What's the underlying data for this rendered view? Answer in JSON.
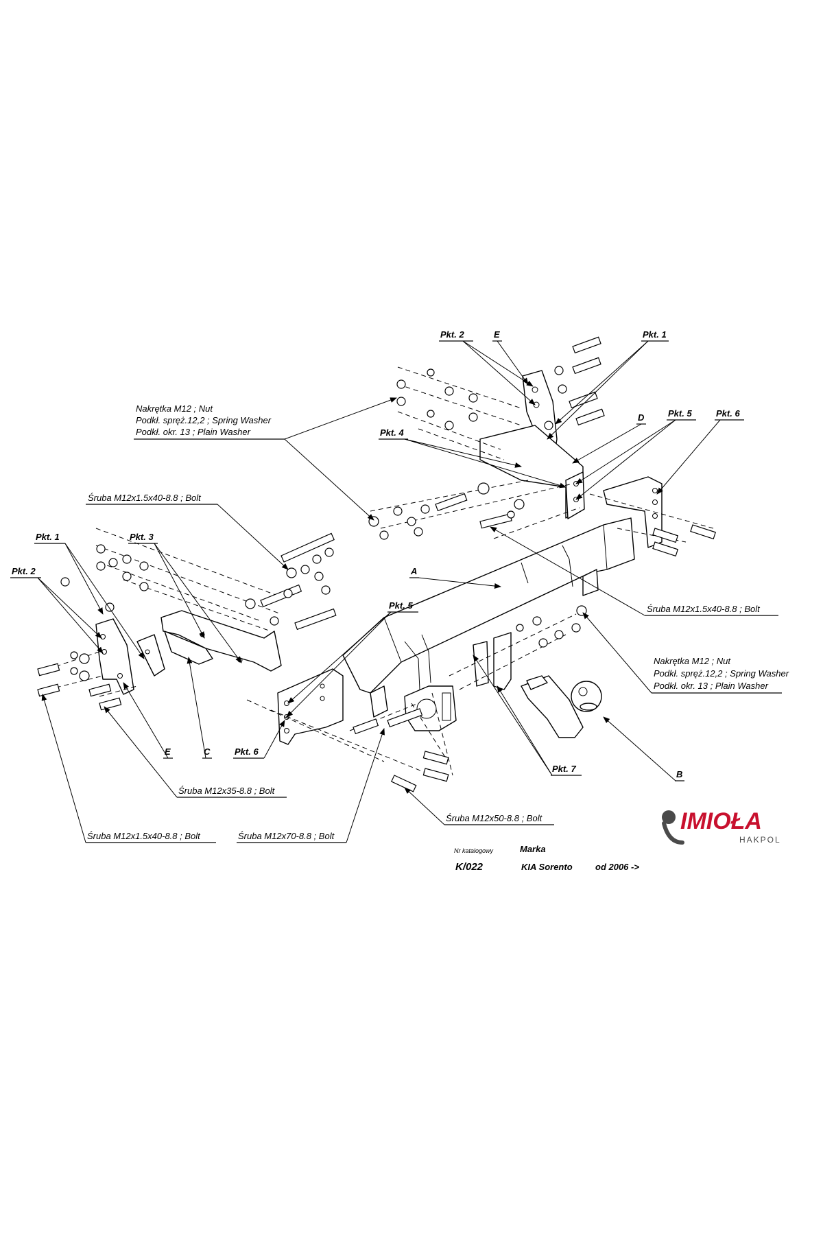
{
  "labels": {
    "nut_top": "Nakrętka  M12 ; Nut",
    "washer_spring_top": "Podkł. spręż.12,2 ; Spring Washer",
    "washer_plain_top": "Podkł. okr. 13 ; Plain Washer",
    "bolt_left_top": "Śruba M12x1.5x40-8.8 ;  Bolt",
    "bolt_right": "Śruba M12x1.5x40-8.8 ;  Bolt",
    "nut_right": "Nakrętka  M12 ; Nut",
    "washer_spring_right": "Podkł. spręż.12,2 ; Spring Washer",
    "washer_plain_right": "Podkł. okr. 13 ; Plain Washer",
    "bolt_m12x35": "Śruba M12x35-8.8 ;  Bolt",
    "bolt_m12x50": "Śruba M12x50-8.8 ;  Bolt",
    "bolt_bottom_left": "Śruba M12x1.5x40-8.8 ;  Bolt",
    "bolt_m12x70": "Śruba M12x70-8.8 ;  Bolt"
  },
  "points": {
    "pkt2_top": "Pkt. 2",
    "pkt1_top": "Pkt. 1",
    "pkt4": "Pkt. 4",
    "pkt5_top": "Pkt. 5",
    "pkt6_top": "Pkt. 6",
    "pkt1_left": "Pkt. 1",
    "pkt3": "Pkt. 3",
    "pkt2_left": "Pkt. 2",
    "pkt5_mid": "Pkt. 5",
    "pkt6_bottom": "Pkt. 6",
    "pkt7": "Pkt. 7"
  },
  "parts": {
    "e_top": "E",
    "d": "D",
    "a": "A",
    "b": "B",
    "c": "C",
    "e_bottom": "E"
  },
  "catalog": {
    "nr_label": "Nr katalogowy",
    "nr_value": "K/022",
    "brand_label": "Marka",
    "brand_value": "KIA Sorento",
    "year": "od  2006 ->"
  },
  "logo": {
    "name": "IMIOŁA",
    "sub": "HAKPOL",
    "colors": {
      "brand_red": "#c8102e",
      "dark_gray": "#4a4a4a"
    }
  }
}
